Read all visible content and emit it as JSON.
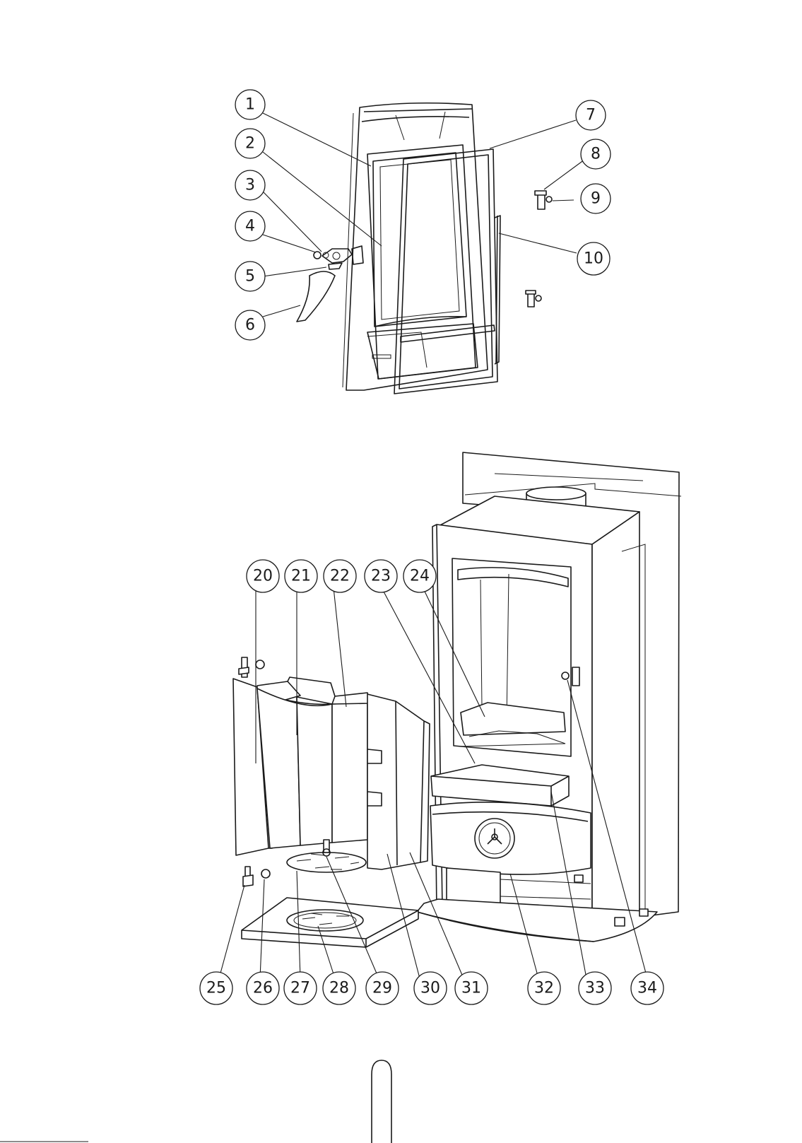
{
  "diagram": {
    "page_marker": "",
    "callouts": [
      {
        "id": "c1",
        "label": "1"
      },
      {
        "id": "c2",
        "label": "2"
      },
      {
        "id": "c3",
        "label": "3"
      },
      {
        "id": "c4",
        "label": "4"
      },
      {
        "id": "c5",
        "label": "5"
      },
      {
        "id": "c6",
        "label": "6"
      },
      {
        "id": "c7",
        "label": "7"
      },
      {
        "id": "c8",
        "label": "8"
      },
      {
        "id": "c9",
        "label": "9"
      },
      {
        "id": "c10",
        "label": "10"
      },
      {
        "id": "c20",
        "label": "20"
      },
      {
        "id": "c21",
        "label": "21"
      },
      {
        "id": "c22",
        "label": "22"
      },
      {
        "id": "c23",
        "label": "23"
      },
      {
        "id": "c24",
        "label": "24"
      },
      {
        "id": "c25",
        "label": "25"
      },
      {
        "id": "c26",
        "label": "26"
      },
      {
        "id": "c27",
        "label": "27"
      },
      {
        "id": "c28",
        "label": "28"
      },
      {
        "id": "c29",
        "label": "29"
      },
      {
        "id": "c30",
        "label": "30"
      },
      {
        "id": "c31",
        "label": "31"
      },
      {
        "id": "c32",
        "label": "32"
      },
      {
        "id": "c33",
        "label": "33"
      },
      {
        "id": "c34",
        "label": "34"
      }
    ]
  }
}
